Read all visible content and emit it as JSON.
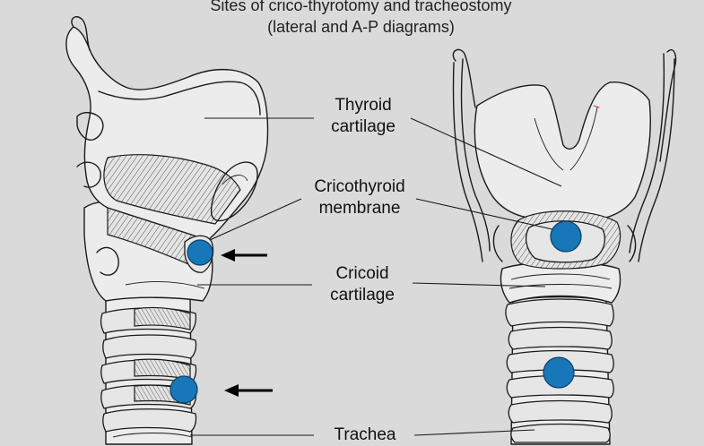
{
  "title": {
    "line1": "Sites of crico-thyrotomy and tracheostomy",
    "line2": "(lateral and A-P diagrams)"
  },
  "labels": {
    "thyroid_cartilage": [
      "Thyroid",
      "cartilage"
    ],
    "cricothyroid_membrane": [
      "Cricothyroid",
      "membrane"
    ],
    "cricoid_cartilage": [
      "Cricoid",
      "cartilage"
    ],
    "trachea": "Trachea"
  },
  "colors": {
    "site_marker": "#1877b8",
    "background": "#dadada"
  },
  "icons": [
    "arrow-left-icon",
    "site-marker-dot"
  ]
}
